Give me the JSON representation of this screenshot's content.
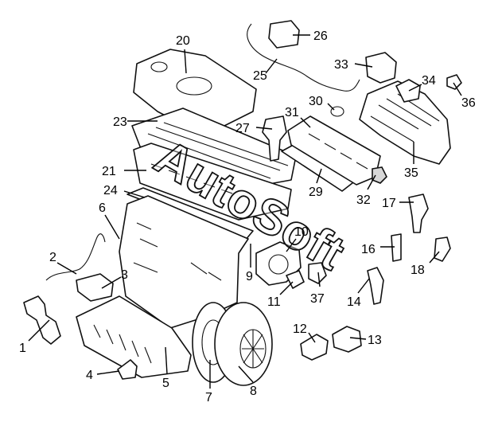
{
  "diagram": {
    "watermark": "AutoSoft",
    "callouts": [
      {
        "id": "1",
        "text": "1"
      },
      {
        "id": "2",
        "text": "2"
      },
      {
        "id": "3",
        "text": "3"
      },
      {
        "id": "4",
        "text": "4"
      },
      {
        "id": "5",
        "text": "5"
      },
      {
        "id": "6",
        "text": "6"
      },
      {
        "id": "7",
        "text": "7"
      },
      {
        "id": "8",
        "text": "8"
      },
      {
        "id": "9",
        "text": "9"
      },
      {
        "id": "10",
        "text": "10"
      },
      {
        "id": "11",
        "text": "11"
      },
      {
        "id": "12",
        "text": "12"
      },
      {
        "id": "13",
        "text": "13"
      },
      {
        "id": "14",
        "text": "14"
      },
      {
        "id": "16",
        "text": "16"
      },
      {
        "id": "17",
        "text": "17"
      },
      {
        "id": "18",
        "text": "18"
      },
      {
        "id": "20",
        "text": "20"
      },
      {
        "id": "21",
        "text": "21"
      },
      {
        "id": "23",
        "text": "23"
      },
      {
        "id": "24",
        "text": "24"
      },
      {
        "id": "25",
        "text": "25"
      },
      {
        "id": "26",
        "text": "26"
      },
      {
        "id": "27",
        "text": "27"
      },
      {
        "id": "29",
        "text": "29"
      },
      {
        "id": "30",
        "text": "30"
      },
      {
        "id": "31",
        "text": "31"
      },
      {
        "id": "32",
        "text": "32"
      },
      {
        "id": "33",
        "text": "33"
      },
      {
        "id": "34",
        "text": "34"
      },
      {
        "id": "35",
        "text": "35"
      },
      {
        "id": "36",
        "text": "36"
      },
      {
        "id": "37",
        "text": "37"
      }
    ]
  }
}
